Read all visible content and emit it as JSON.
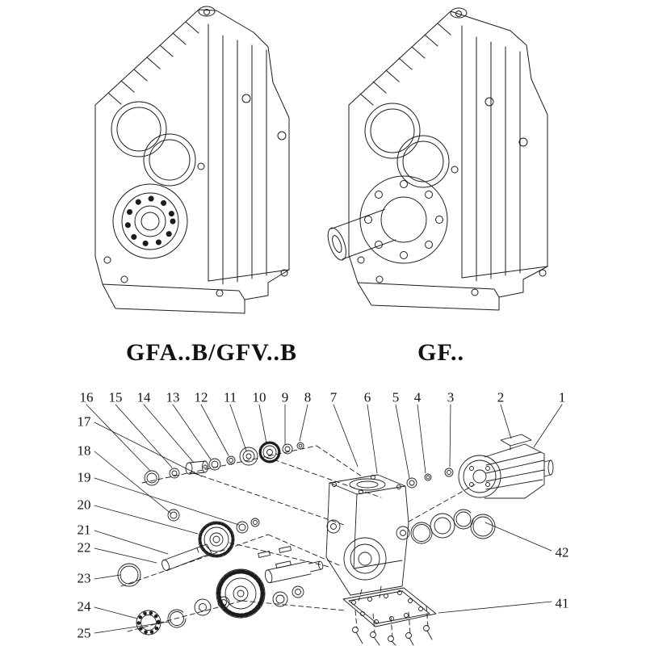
{
  "page": {
    "background_color": "#ffffff",
    "line_color": "#1c1c1c"
  },
  "models": {
    "left_caption": "GFA..B/GFV..B",
    "right_caption": "GF.."
  },
  "exploded": {
    "top_callouts": [
      "16",
      "15",
      "14",
      "13",
      "12",
      "11",
      "10",
      "9",
      "8",
      "7",
      "6",
      "5",
      "4",
      "3",
      "2",
      "1"
    ],
    "left_callouts": [
      "17",
      "18",
      "19",
      "20",
      "21",
      "22",
      "23",
      "24",
      "25"
    ],
    "right_callouts": [
      "42",
      "41"
    ]
  }
}
